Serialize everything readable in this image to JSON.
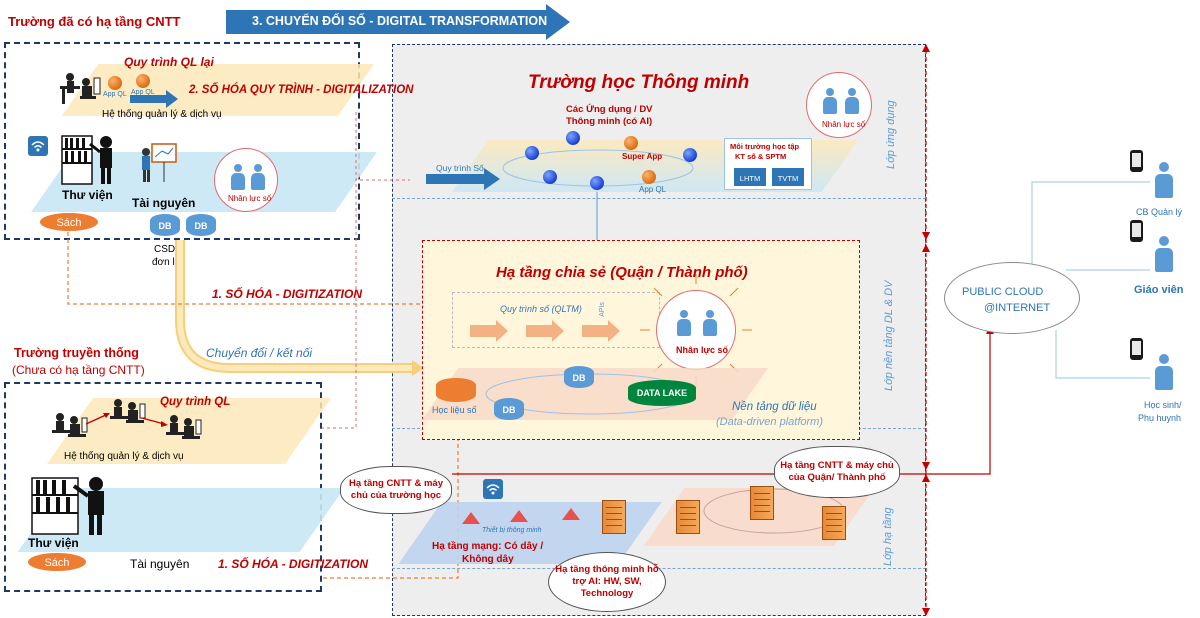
{
  "header": {
    "left_title": "Trường đã có hạ tầng CNTT",
    "banner": "3. CHUYỂN ĐỔI SỐ - DIGITAL TRANSFORMATION"
  },
  "left_top": {
    "process_title": "Quy trình QL lại",
    "app_label_1": "App QL",
    "app_label_2": "App QL",
    "digitalization": "2. SỐ HÓA QUY TRÌNH - DIGITALIZATION",
    "system": "Hệ thống quản lý & dịch vụ",
    "library": "Thư viện",
    "resources": "Tài nguyên",
    "hr": "Nhân lực số",
    "book": "Sách",
    "db1": "DB",
    "db2": "DB",
    "single_db_1": "CSDL",
    "single_db_2": "đơn lẻ"
  },
  "middle": {
    "digitization": "1. SỐ HÓA - DIGITIZATION",
    "connect": "Chuyển đổi / kết nối",
    "traditional_1": "Trường truyền thống",
    "traditional_2": "(Chưa có hạ tầng CNTT)"
  },
  "left_bottom": {
    "process": "Quy trình QL",
    "system": "Hệ thống quản lý & dịch vụ",
    "library": "Thư viện",
    "resources": "Tài nguyên",
    "book": "Sách",
    "digitization": "1. SỐ HÓA - DIGITIZATION"
  },
  "smart_school": {
    "title": "Trường học Thông minh",
    "apps_1": "Các Ứng dụng / DV",
    "apps_2": "Thông minh (có AI)",
    "super_app": "Super App",
    "app_ql": "App QL",
    "digital_process": "Quy trình Số",
    "env_1": "Môi trường học tập",
    "env_2": "KT số & SPTM",
    "lhtm": "LHTM",
    "tvtm": "TVTM",
    "hr": "Nhân lực số"
  },
  "shared": {
    "title": "Hạ tầng chia sẻ (Quận / Thành phố)",
    "process": "Quy trình số (QLTM)",
    "apis": "APIs",
    "hr": "Nhân lực số",
    "db1": "DB",
    "db2": "DB",
    "datalake": "DATA LAKE",
    "learning": "Học liệu số",
    "platform_1": "Nền tảng dữ liệu",
    "platform_2": "(Data-driven platform)"
  },
  "infra": {
    "school_cloud": "Hạ tầng CNTT & máy chủ của trường học",
    "city_cloud": "Hạ tầng CNTT & máy chủ của Quận/ Thành phố",
    "device": "Thiết bị thông minh",
    "network_1": "Hạ tầng mạng: Có dây /",
    "network_2": "Không dây",
    "ai_infra": "Hạ tầng thông minh hỗ trợ AI: HW, SW, Technology"
  },
  "layers": {
    "app": "Lớp ứng dụng",
    "data": "Lớp nền tảng DL & DV",
    "infra": "Lớp hạ tầng"
  },
  "right": {
    "cloud_1": "PUBLIC CLOUD",
    "cloud_2": "@INTERNET",
    "manager": "CB Quản lý",
    "teacher": "Giáo viên",
    "student_1": "Học sinh/",
    "student_2": "Phụ huynh"
  }
}
